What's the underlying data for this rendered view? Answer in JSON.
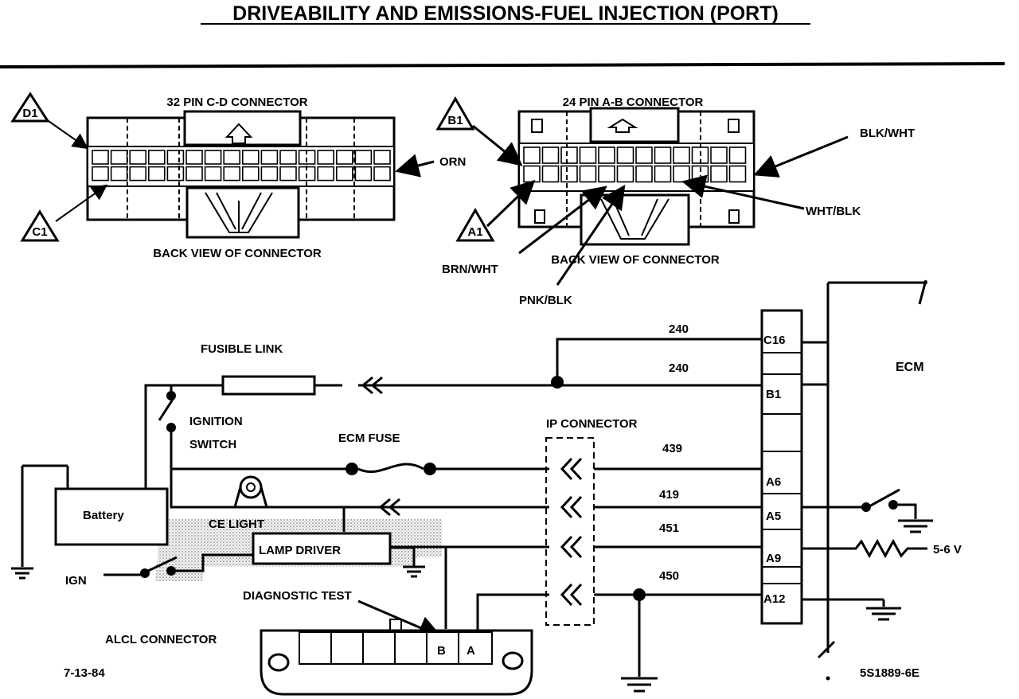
{
  "title": "DRIVEABILITY AND EMISSIONS-FUEL INJECTION (PORT)",
  "connectors": {
    "c_d": {
      "name": "32 PIN C-D CONNECTOR",
      "view": "BACK VIEW OF CONNECTOR",
      "callouts": [
        "D1",
        "C1"
      ]
    },
    "a_b": {
      "name": "24 PIN A-B CONNECTOR",
      "view": "BACK VIEW OF CONNECTOR",
      "callouts": [
        "B1",
        "A1"
      ]
    }
  },
  "wire_colors": {
    "orn": "ORN",
    "blk_wht": "BLK/WHT",
    "wht_blk": "WHT/BLK",
    "brn_wht": "BRN/WHT",
    "pnk_blk": "PNK/BLK"
  },
  "components": {
    "fusible_link": "FUSIBLE LINK",
    "ignition_switch": [
      "IGNITION",
      "SWITCH"
    ],
    "ecm_fuse": "ECM FUSE",
    "ip_connector": "IP CONNECTOR",
    "ecm": "ECM",
    "battery": "Battery",
    "ce_light": "CE LIGHT",
    "lamp_driver": "LAMP DRIVER",
    "ign": "IGN",
    "diagnostic_test": "DIAGNOSTIC TEST",
    "alcl_connector": "ALCL CONNECTOR",
    "alcl_pins": [
      "B",
      "A"
    ],
    "voltage": "5-6 V"
  },
  "circuits": [
    "240",
    "240",
    "439",
    "419",
    "451",
    "450"
  ],
  "ecm_pins": [
    "C16",
    "B1",
    "A6",
    "A5",
    "A9",
    "A12"
  ],
  "footer": {
    "date": "7-13-84",
    "code": "5S1889-6E"
  }
}
